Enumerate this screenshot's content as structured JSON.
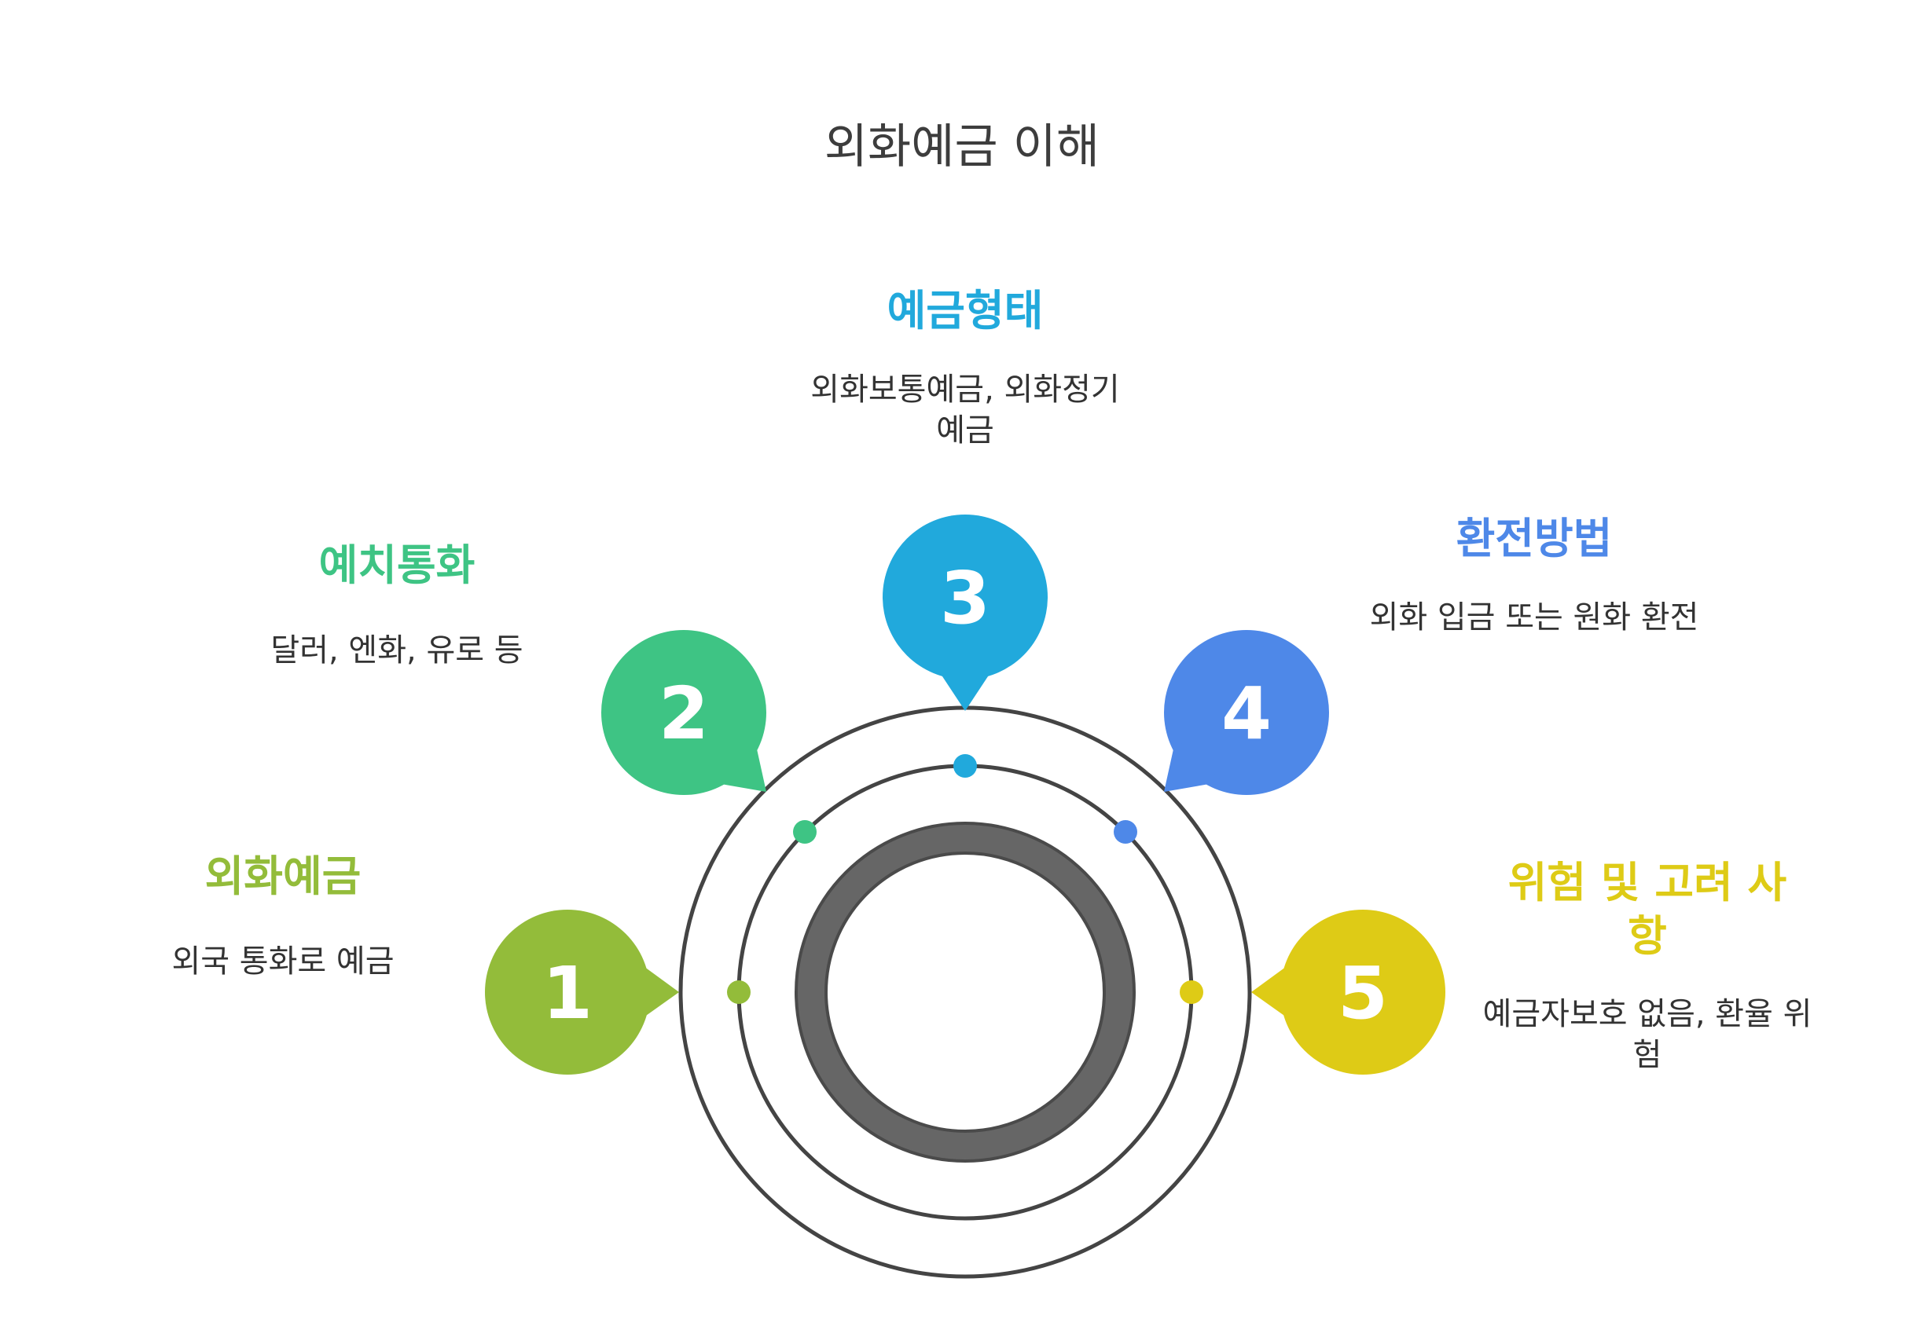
{
  "title": "외화예금 이해",
  "steps": [
    {
      "number": "1",
      "title": "외화예금",
      "description": "외국 통화로 예금",
      "color": "#93bc3a"
    },
    {
      "number": "2",
      "title": "예치통화",
      "description": "달러, 엔화, 유로 등",
      "color": "#3ec484"
    },
    {
      "number": "3",
      "title": "예금형태",
      "description": "외화보통예금, 외화정기예금",
      "color": "#21a9dc"
    },
    {
      "number": "4",
      "title": "환전방법",
      "description": "외화 입금 또는 원화 환전",
      "color": "#4e88e8"
    },
    {
      "number": "5",
      "title": "위험 및 고려 사항",
      "description": "예금자보호 없음, 환율 위험",
      "color": "#decb16"
    }
  ],
  "colors": {
    "ring": "#444444",
    "core": "#666666",
    "title_text": "#3d3d3d"
  },
  "icons": [
    "speech-bubble-marker",
    "connector-dot"
  ]
}
